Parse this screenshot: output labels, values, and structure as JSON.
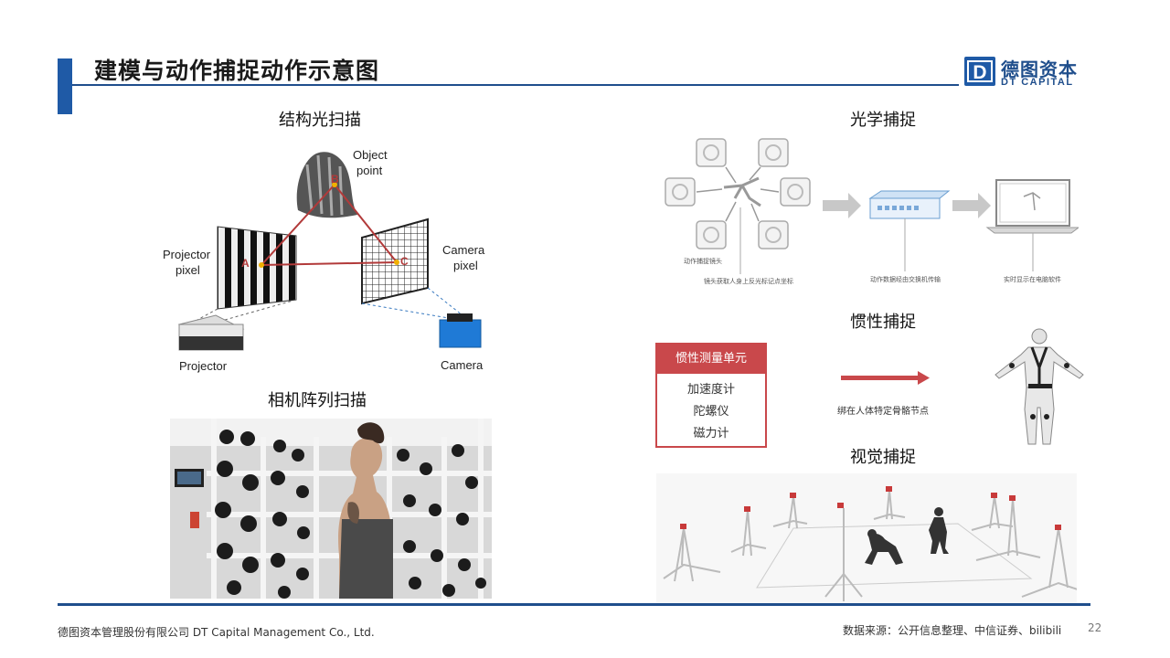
{
  "header": {
    "title": "建模与动作捕捉动作示意图",
    "logo_cn": "德图资本",
    "logo_en": "DT CAPITAL",
    "logo_mark": "D"
  },
  "sections": {
    "structured_light": {
      "title": "结构光扫描",
      "object_label_1": "Object",
      "object_label_2": "point",
      "projector_pixel_1": "Projector",
      "projector_pixel_2": "pixel",
      "camera_pixel_1": "Camera",
      "camera_pixel_2": "pixel",
      "projector": "Projector",
      "camera": "Camera",
      "point_a": "A",
      "point_b": "B",
      "point_c": "C"
    },
    "camera_array": {
      "title": "相机阵列扫描"
    },
    "optical": {
      "title": "光学捕捉",
      "cam_label": "动作捕捉镜头",
      "step1": "镜头获取人身上反光标记点坐标",
      "step2": "动作数据经由交换机传输",
      "step3": "实时显示在电脑软件"
    },
    "inertial": {
      "title": "惯性捕捉",
      "unit_title": "惯性测量单元",
      "items": [
        "加速度计",
        "陀螺仪",
        "磁力计"
      ],
      "arrow_label": "绑在人体特定骨骼节点"
    },
    "visual": {
      "title": "视觉捕捉"
    }
  },
  "footer": {
    "company": "德图资本管理股份有限公司  DT Capital  Management  Co., Ltd.",
    "source": "数据来源：公开信息整理、中信证券、bilibili",
    "page": "22"
  },
  "colors": {
    "brand": "#1f4e8c",
    "accent": "#c9484b"
  }
}
